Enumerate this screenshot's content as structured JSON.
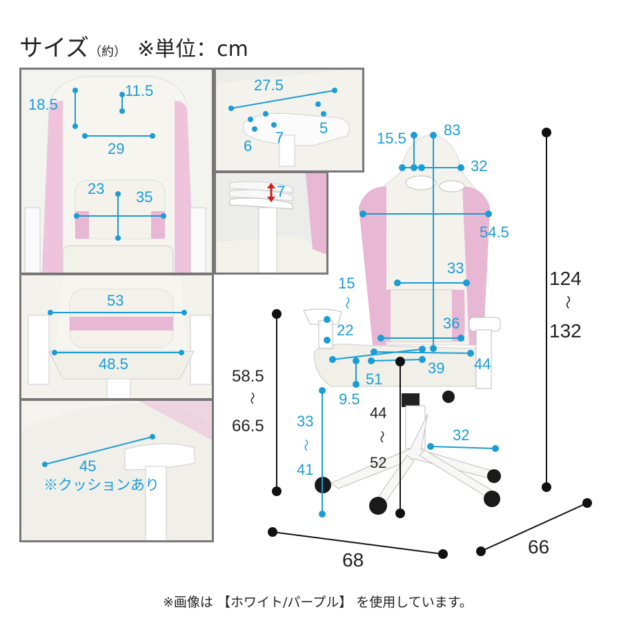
{
  "title": {
    "main": "サイズ",
    "approx": "（約）",
    "unit": "※単位：cm"
  },
  "panels": {
    "top_left": {
      "labels": [
        "18.5",
        "11.5",
        "29",
        "23",
        "35"
      ]
    },
    "top_middle": {
      "labels": [
        "27.5",
        "6",
        "7",
        "5"
      ]
    },
    "middle_middle": {
      "labels": [
        "7"
      ]
    },
    "middle_left": {
      "labels": [
        "53",
        "48.5"
      ]
    },
    "bottom_left": {
      "labels": [
        "45"
      ],
      "note": "※クッションあり"
    }
  },
  "main_chair": {
    "labels": {
      "a": "15.5",
      "b": "83",
      "c": "32",
      "d": "54.5",
      "e": "33",
      "f1": "15",
      "f2": "22",
      "g": "36",
      "h": "44",
      "i": "39",
      "j": "51",
      "k": "9.5",
      "l1": "33",
      "l2": "41",
      "m1": "44",
      "m2": "52",
      "n": "32"
    },
    "height_total": [
      "124",
      "132"
    ],
    "height_arm": [
      "58.5",
      "66.5"
    ],
    "width": "68",
    "depth": "66",
    "range_sep": "〜"
  },
  "footer": "※画像は 【ホワイト/パープル】 を使用しています。",
  "colors": {
    "accent_blue": "#1a9cd6",
    "chair_white": "#f2f1ea",
    "chair_pink": "#e8b7d3",
    "frame_gray": "#777777",
    "caster_black": "#1a1a1a"
  }
}
